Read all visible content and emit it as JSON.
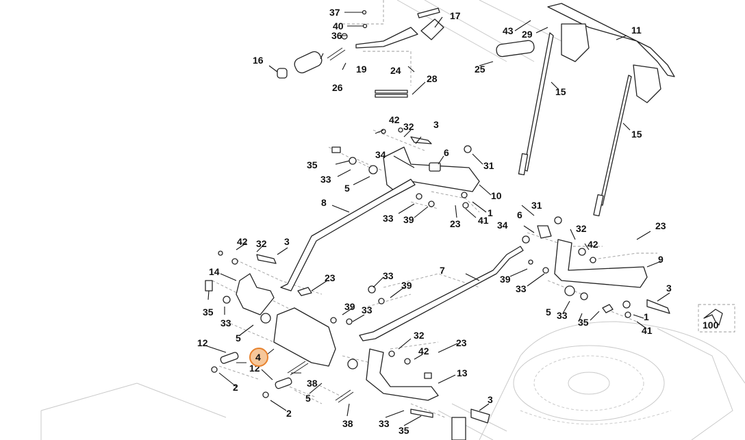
{
  "callouts": {
    "p1a": "1",
    "p1b": "1",
    "p2a": "2",
    "p2b": "2",
    "p3a": "3",
    "p3b": "3",
    "p3c": "3",
    "p3d": "3",
    "p4": "4",
    "p5a": "5",
    "p5b": "5",
    "p5c": "5",
    "p5d": "5",
    "p6a": "6",
    "p6b": "6",
    "p7": "7",
    "p8": "8",
    "p9": "9",
    "p10": "10",
    "p11": "11",
    "p12a": "12",
    "p12b": "12",
    "p13": "13",
    "p14": "14",
    "p15a": "15",
    "p15b": "15",
    "p16": "16",
    "p17": "17",
    "p19": "19",
    "p23a": "23",
    "p23b": "23",
    "p23c": "23",
    "p23d": "23",
    "p24": "24",
    "p25": "25",
    "p26": "26",
    "p28": "28",
    "p29": "29",
    "p31a": "31",
    "p31b": "31",
    "p32a": "32",
    "p32b": "32",
    "p32c": "32",
    "p32d": "32",
    "p33a": "33",
    "p33b": "33",
    "p33c": "33",
    "p33d": "33",
    "p33e": "33",
    "p33f": "33",
    "p33g": "33",
    "p34a": "34",
    "p34b": "34",
    "p35a": "35",
    "p35b": "35",
    "p35c": "35",
    "p35d": "35",
    "p36": "36",
    "p37": "37",
    "p38a": "38",
    "p38b": "38",
    "p39a": "39",
    "p39b": "39",
    "p39c": "39",
    "p39d": "39",
    "p40": "40",
    "p41a": "41",
    "p41b": "41",
    "p42a": "42",
    "p42b": "42",
    "p42c": "42",
    "p42d": "42",
    "p43": "43",
    "p100": "100"
  },
  "highlighted_part": "4",
  "highlight_color": "#e7822e"
}
